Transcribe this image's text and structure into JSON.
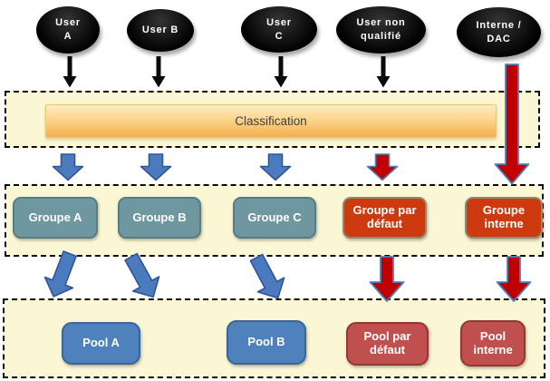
{
  "users": {
    "a": {
      "line1": "User",
      "line2": "A"
    },
    "b": {
      "line1": "User B",
      "line2": ""
    },
    "c": {
      "line1": "User",
      "line2": "C"
    },
    "non_qualifie": {
      "line1": "User non",
      "line2": "qualifié"
    },
    "interne_dac": {
      "line1": "Interne /",
      "line2": "DAC"
    }
  },
  "classification": {
    "label": "Classification"
  },
  "groups": {
    "a": {
      "label": "Groupe A"
    },
    "b": {
      "label": "Groupe B"
    },
    "c": {
      "label": "Groupe C"
    },
    "par_defaut": {
      "line1": "Groupe par",
      "line2": "défaut"
    },
    "interne": {
      "line1": "Groupe",
      "line2": "interne"
    }
  },
  "pools": {
    "a": {
      "label": "Pool A"
    },
    "b": {
      "label": "Pool B"
    },
    "par_defaut": {
      "line1": "Pool par",
      "line2": "défaut"
    },
    "interne": {
      "line1": "Pool",
      "line2": "interne"
    }
  },
  "colors": {
    "band_fill": "#FBF7D5",
    "classification_top": "#FDEDC6",
    "classification_bottom": "#F6AE4E",
    "group_teal": "#6E97A0",
    "group_red": "#CE3A0F",
    "pool_blue": "#4F81BD",
    "pool_red": "#C0504D",
    "arrow_blue": "#4B7BBE",
    "arrow_red": "#C00000",
    "node_black": "#000000"
  }
}
